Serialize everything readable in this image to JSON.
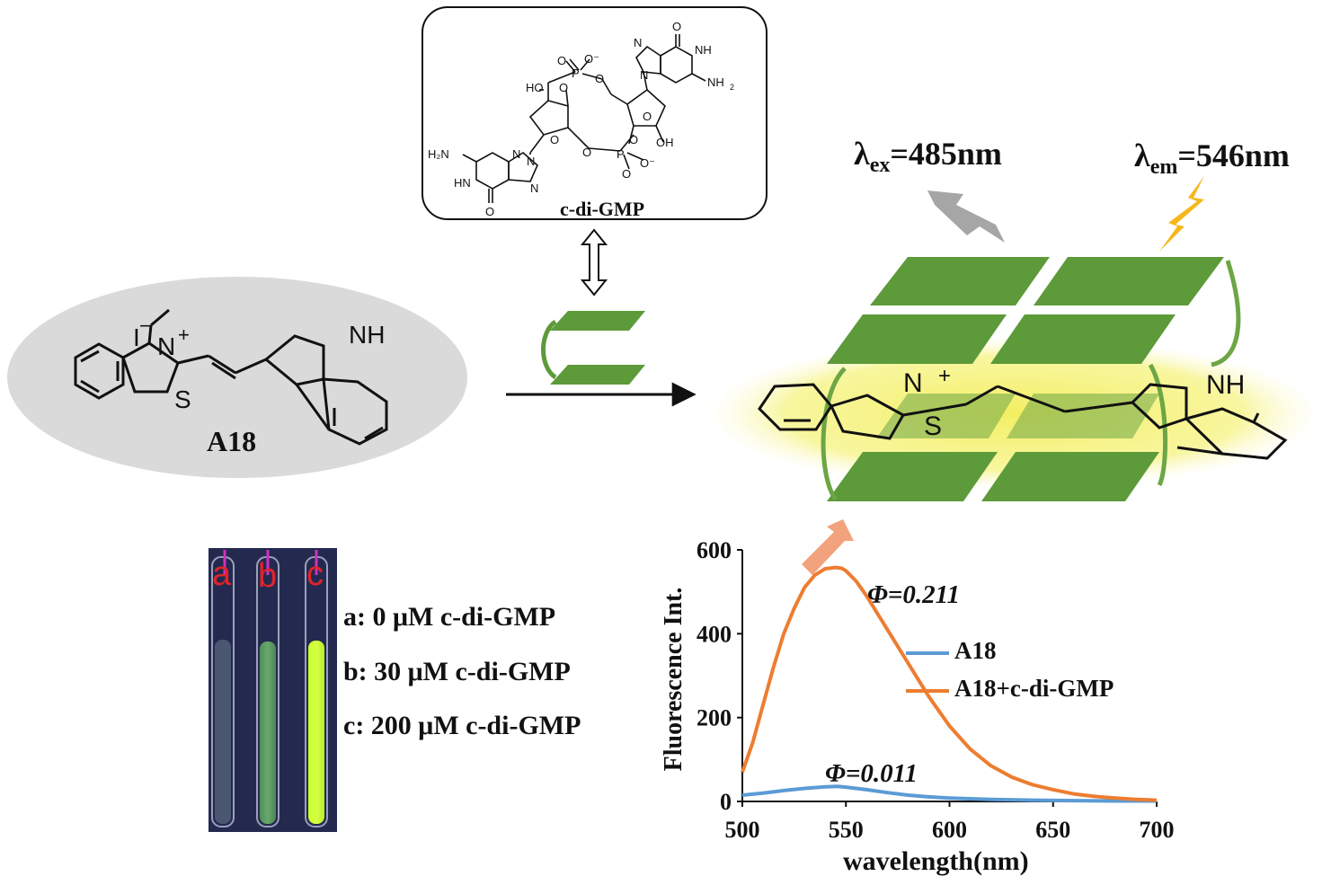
{
  "cdigmp": {
    "label": "c-di-GMP",
    "atoms": {
      "ho": "HO",
      "oh": "OH",
      "nh": "NH",
      "nh2_right": "NH",
      "nh2_sub": "2",
      "h2n": "H₂N",
      "hn": "HN",
      "o": "O",
      "n": "N",
      "p": "P",
      "om": "O⁻"
    }
  },
  "a18": {
    "label": "A18",
    "iodide": "I",
    "minus": "−",
    "n_plus": "N",
    "plus": "+",
    "s": "S",
    "nh": "NH"
  },
  "complex": {
    "nplus": "N",
    "plus": "+",
    "s": "S",
    "nh": "NH"
  },
  "excitation": {
    "symbol": "λ",
    "sub": "ex",
    "value": "=485nm"
  },
  "emission": {
    "symbol": "λ",
    "sub": "em",
    "value": "=546nm"
  },
  "photo": {
    "tube_labels": [
      "a",
      "b",
      "c"
    ]
  },
  "conditions": [
    "a: 0 μM c-di-GMP",
    "b: 30 μM c-di-GMP",
    "c: 200 μM c-di-GMP"
  ],
  "colors": {
    "gquad_green": "#5d9a3a",
    "glow": "#f2ee5a",
    "arrow_orange": "#f2a27c",
    "flash_gray": "#a6a6a6",
    "flash_yellow": "#f5b81b",
    "series_blue": "#5b9bd5",
    "series_orange": "#ed7d31"
  },
  "chart_data": {
    "type": "line",
    "xlabel": "wavelength(nm)",
    "ylabel": "Fluorescence Int.",
    "xlim": [
      500,
      700
    ],
    "ylim": [
      0,
      600
    ],
    "xticks": [
      500,
      550,
      600,
      650,
      700
    ],
    "yticks": [
      0,
      200,
      400,
      600
    ],
    "legend_position": "center-right",
    "series": [
      {
        "name": "A18",
        "color": "#5b9bd5",
        "x": [
          500,
          510,
          520,
          530,
          540,
          546,
          550,
          560,
          570,
          580,
          590,
          600,
          620,
          640,
          660,
          680,
          700
        ],
        "y": [
          15,
          20,
          26,
          31,
          35,
          36,
          34,
          28,
          21,
          15,
          11,
          8,
          5,
          3,
          2,
          1,
          1
        ]
      },
      {
        "name": "A18+c-di-GMP",
        "color": "#ed7d31",
        "x": [
          500,
          505,
          510,
          515,
          520,
          525,
          530,
          535,
          540,
          545,
          548,
          550,
          555,
          560,
          565,
          570,
          580,
          590,
          600,
          610,
          620,
          630,
          640,
          650,
          660,
          670,
          680,
          690,
          700
        ],
        "y": [
          70,
          140,
          230,
          320,
          400,
          460,
          510,
          540,
          555,
          558,
          556,
          550,
          525,
          490,
          450,
          410,
          330,
          250,
          180,
          125,
          85,
          58,
          40,
          28,
          18,
          12,
          8,
          5,
          3
        ]
      }
    ],
    "annotations": [
      {
        "text": "Φ=0.211"
      },
      {
        "text": "Φ=0.011"
      }
    ]
  }
}
